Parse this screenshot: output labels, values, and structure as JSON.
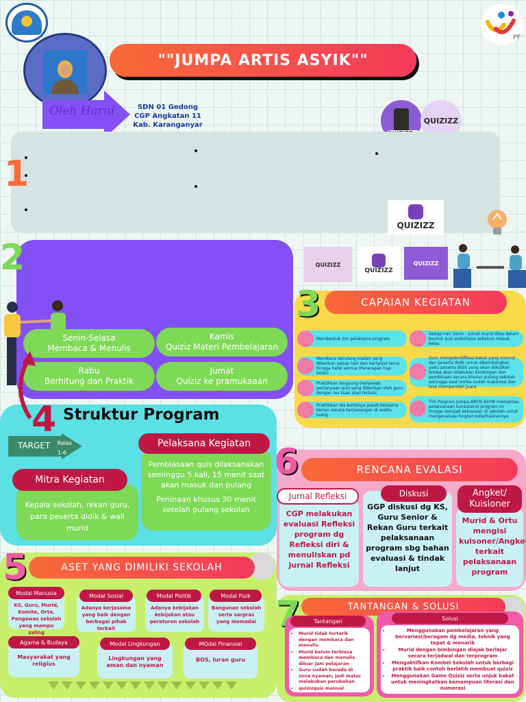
{
  "header": {
    "title": "\"\"JUMPA ARTIS ASYIK\"\"",
    "author": "Oleh Harni",
    "school_lines": [
      "SDN 01 Gedong",
      "CGP Angkatan 11",
      "Kab. Karanganyar"
    ],
    "partner_logo_text": "PF"
  },
  "quizizz": {
    "label": "QUIZIZZ"
  },
  "section_numbers": [
    "1",
    "2",
    "3",
    "4",
    "5",
    "6",
    "7"
  ],
  "jadwal": [
    {
      "day": "Senin-Selasa",
      "activity": "Membaca & Menulis"
    },
    {
      "day": "Kamis",
      "activity": "Quiziz Materi Pembelajaran"
    },
    {
      "day": "Rabu",
      "activity": "Berhitung dan Praktik"
    },
    {
      "day": "Jumat",
      "activity": "Quiziz ke pramukaaan"
    }
  ],
  "capaian": {
    "title": "CAPAIAN KEGIATAN",
    "items": [
      "Membentuk tim pelaksana program",
      "Setiap hari Senin - Jumat murid ditas dalam bentuk quiz sederhana sebelum masuk kelas",
      "Membaca berulang materi yang diberikan setiap hari dan berlanjut terus hingga hafal semua (Penerapan tiap kelas)",
      "Guru mengidentifikasi bakat yang muncul dan peserta didik untuk dikembangkan yaitu peserta didik yang akan diikutkan lomba akan dilakukan bimbingan dan pembinaan secara khusus pulang sekolah sehingga saat lomba sudah maksimal dan bisa memperoleh juara",
      "Praktikkan langsung menjawab pertanyaan quiz yang diberikan oleh guru dengan tes lisan atau tertulis",
      "Praktikkan tes bertanya jawab bersama teman secara berpasangan di waktu luang",
      "Tim Program Jumpa ARTIS ASYIK memantau pelaksanaan konsistensi program ini hingga menjadi kebiasaan di sekolah untuk mengevaluasi tingkat keberhasilannya"
    ]
  },
  "struktur": {
    "title": "Struktur Program",
    "target_label": "TARGET",
    "target_value": "Kelas 1-6",
    "pelaksana_title": "Pelaksana Kegiatan",
    "pelaksana_text1": "Pembiasaan quis dilaksanakan seminggu 5 kali, 15 menit saat akan masuk dan pulang",
    "pelaksana_text2": "Peninaan khusus 30 menit setelah pulang sekolah",
    "mitra_title": "Mitra Kegiatan",
    "mitra_text": "Kepala sekolah, rekan guru, para peserta didik & wali murid"
  },
  "rencana": {
    "title": "RENCANA EVALASI",
    "columns": [
      {
        "head": "Jurnal Refleksi",
        "body": "CGP melakukan evaluasi Refleksi program dg Refleksi diri & menuliskan pd jurnal Refleksi"
      },
      {
        "head": "Diskusi",
        "body": "GGP diskusi dg KS, Guru Senior & Rekan Guru terkait pelaksanaan program sbg bahan evaluasi & tindak lanjut"
      },
      {
        "head": "Angket/ Kuisioner",
        "body": "Murid & Ortu mengisi kuisoner/Angket terkait pelaksanaan program"
      }
    ]
  },
  "aset": {
    "title": "ASET YANG DIMILIKI SEKOLAH",
    "modals": [
      {
        "head": "Modal Manusia",
        "body": "KS, Guru, Murid, Komite, Orta, Pengawas sekolah yang mampu saling bekerjasama"
      },
      {
        "head": "Modal Sosial",
        "body": "Adanya kerjasama yang baik dengan berbagai pihak terkait"
      },
      {
        "head": "Modal Politik",
        "body": "Adanya kebijakan kebijakan atau peraturan sekolah"
      },
      {
        "head": "Modal Fisik",
        "body": "Bangunan sekolah serta sarpras yang memadai"
      },
      {
        "head": "Agama & Budaya",
        "body": "Masyarakat yang religius"
      },
      {
        "head": "Modal Lingkungan",
        "body": "Lingkungan yang aman dan nyaman"
      },
      {
        "head": "MOdal Finansial",
        "body": "BOS, Iuran guru"
      }
    ]
  },
  "tantangan_solusi": {
    "title": "TANTANGAN & SOLUSI",
    "tantangan_head": "Tantangan",
    "solusi_head": "Solusi",
    "tantangan": [
      "Murid tidak tertarik dengan membaca dan menulis",
      "Murid belum terbiasa membaca dan menulis diluar jam pelajaran",
      "Guru sudah berada di zona nyaman, jadi malas melakukan perubahan",
      "quizizquiz manual"
    ],
    "solusi": [
      "Menggunakan pembelajaran yang bervariasi/beragam dg media, teknik yang tepat & menarik",
      "Murid dengan bimbingan diajak berlajar secara terjadwal dan terprogram",
      "Mengaktifkan Kombel Sekolah untuk berbagi praktik baik contoh berlatih membuat quiziz",
      "Menggunakan Game Quiziz serta unjuk bakat untuk meningkatkan kemampuan literasi dan numerasi"
    ]
  },
  "colors": {
    "accent_gradient_start": "#f96b38",
    "accent_gradient_end": "#f43a5c",
    "purple": "#8250f5",
    "green": "#7ed956",
    "cyan": "#5be0e6",
    "yellow": "#f8d94a",
    "pink": "#f6a9c9",
    "crimson": "#c01845",
    "lime": "#c7ef6b"
  }
}
